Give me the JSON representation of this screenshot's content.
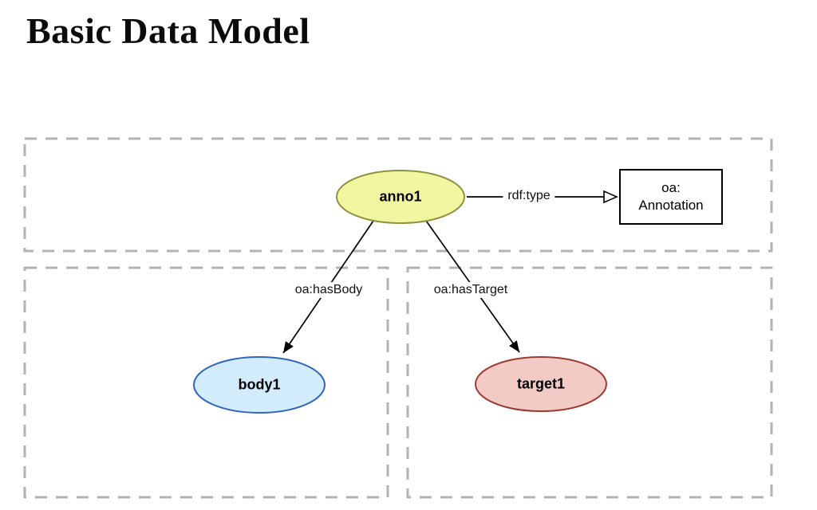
{
  "title": "Basic Data Model",
  "diagram": {
    "frame_color": "#b3b3b3",
    "nodes": {
      "anno1": {
        "label": "anno1",
        "shape": "ellipse",
        "fill": "#f1f7a0",
        "stroke": "#8f9140"
      },
      "body1": {
        "label": "body1",
        "shape": "ellipse",
        "fill": "#d2ecfc",
        "stroke": "#2f64c1"
      },
      "target1": {
        "label": "target1",
        "shape": "ellipse",
        "fill": "#f3cbc6",
        "stroke": "#9c3a31"
      },
      "annotation_class": {
        "line1": "oa:",
        "line2": "Annotation",
        "shape": "rectangle",
        "fill": "#ffffff",
        "stroke": "#000000"
      }
    },
    "edges": {
      "rdf_type": {
        "label": "rdf:type",
        "from": "anno1",
        "to": "annotation_class",
        "arrowhead": "open-triangle"
      },
      "has_body": {
        "label": "oa:hasBody",
        "from": "anno1",
        "to": "body1",
        "arrowhead": "filled-triangle"
      },
      "has_target": {
        "label": "oa:hasTarget",
        "from": "anno1",
        "to": "target1",
        "arrowhead": "filled-triangle"
      }
    }
  }
}
